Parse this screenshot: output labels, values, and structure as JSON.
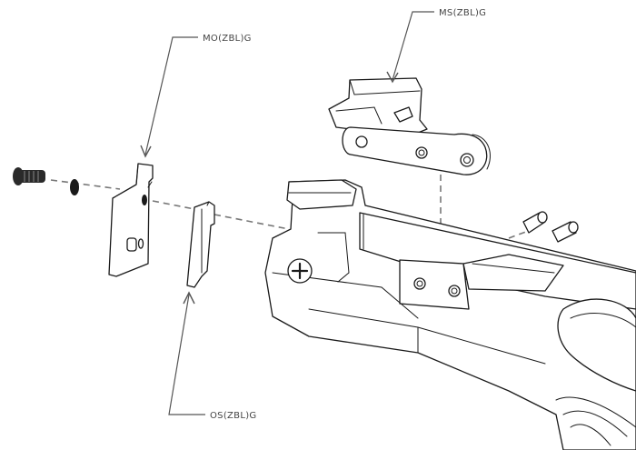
{
  "labels": {
    "mo": "MO(ZBL)G",
    "ms": "MS(ZBL)G",
    "os": "OS(ZBL)G"
  },
  "colors": {
    "line": "#1a1a1a",
    "leader": "#555555",
    "dash": "#777777",
    "label": "#444444",
    "screw": "#2a2a2a"
  }
}
